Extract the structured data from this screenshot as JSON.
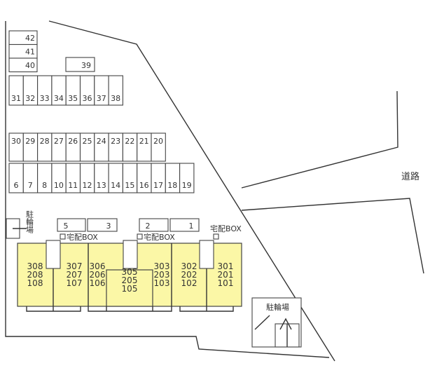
{
  "parking": {
    "stack": [
      "42",
      "41",
      "40"
    ],
    "single": "39",
    "row1": [
      "31",
      "32",
      "33",
      "34",
      "35",
      "36",
      "37",
      "38"
    ],
    "row2": [
      "30",
      "29",
      "28",
      "27",
      "26",
      "25",
      "24",
      "23",
      "22",
      "21",
      "20"
    ],
    "row3": [
      "6",
      "7",
      "8",
      "10",
      "11",
      "12",
      "13",
      "14",
      "15",
      "16",
      "17",
      "18",
      "19"
    ],
    "front": [
      "5",
      "3",
      "2",
      "1"
    ]
  },
  "labels": {
    "road": "道路",
    "bike_left": "駐輪場",
    "bike_right": "駐輪場",
    "delivery_box_1": "宅配BOX",
    "delivery_box_2": "宅配BOX",
    "delivery_box_3": "宅配BOX"
  },
  "units": [
    [
      "308",
      "208",
      "108"
    ],
    [
      "307",
      "207",
      "107"
    ],
    [
      "306",
      "206",
      "106"
    ],
    [
      "305",
      "205",
      "105"
    ],
    [
      "303",
      "203",
      "103"
    ],
    [
      "302",
      "202",
      "102"
    ],
    [
      "301",
      "201",
      "101"
    ]
  ],
  "colors": {
    "building": "#fbf7a6"
  }
}
